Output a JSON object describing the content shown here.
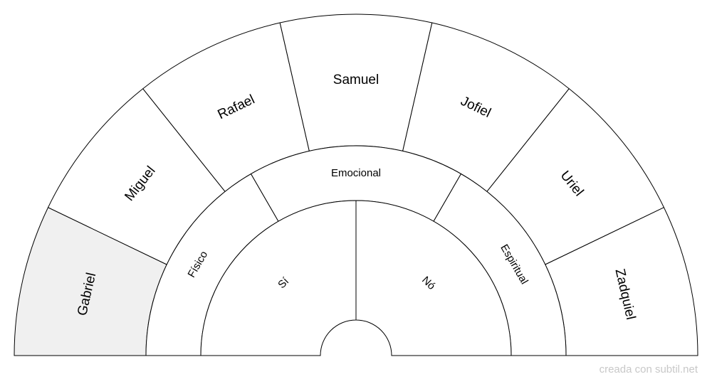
{
  "outer_ring": {
    "items": [
      {
        "label": "Gabriel",
        "fill": "#f0f0f0"
      },
      {
        "label": "Miguel",
        "fill": "#ffffff"
      },
      {
        "label": "Rafael",
        "fill": "#ffffff"
      },
      {
        "label": "Samuel",
        "fill": "#ffffff"
      },
      {
        "label": "Jofiel",
        "fill": "#ffffff"
      },
      {
        "label": "Uriel",
        "fill": "#ffffff"
      },
      {
        "label": "Zadquiel",
        "fill": "#ffffff"
      }
    ]
  },
  "middle_ring": {
    "items": [
      {
        "label": "Físico",
        "fill": "#ffffff"
      },
      {
        "label": "Emocional",
        "fill": "#ffffff"
      },
      {
        "label": "Espiritual",
        "fill": "#ffffff"
      }
    ]
  },
  "inner_ring": {
    "items": [
      {
        "label": "Sí",
        "fill": "#ffffff"
      },
      {
        "label": "Nó",
        "fill": "#ffffff"
      }
    ]
  },
  "credit": "creada con subtil.net"
}
